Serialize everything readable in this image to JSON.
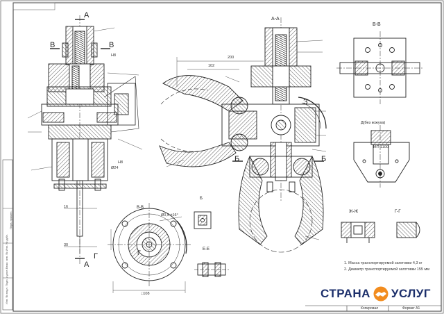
{
  "sections": {
    "a_left": "А",
    "a_left_bottom": "А",
    "v_left": "В",
    "v_right": "В",
    "aa_title": "А-А",
    "vv_title": "В-В",
    "b_title": "Б-Б",
    "b_left": "Б",
    "b_right": "Б",
    "g_label": "Г",
    "g_label2": "Г",
    "z_label": "З",
    "v_view": "Б",
    "ee": "Е-Е",
    "zhzh": "Ж-Ж",
    "gg": "Г-Г",
    "detail": "Д(без кожуха)"
  },
  "dims": {
    "d200": "200",
    "d102": "102",
    "d16": "16",
    "d30": "30",
    "d108": "□108",
    "h8_1": "H8",
    "h8_2": "H8",
    "h9": "Ø24",
    "d60": "Ø0,5 ±16°",
    "mp": "МП 1100"
  },
  "notes": {
    "n1": "1. Масса транспортируемой заготовки 4,3 кг",
    "n2": "2. Диаметр транспортируемой заготовки 155 мм"
  },
  "watermark": {
    "left": "СТРАНА",
    "right": "УСЛУГ"
  },
  "title_block": {
    "t1": "Формат А1",
    "t2": "Копировал"
  },
  "side": {
    "s1": "Инв. № подл.   Подп. и дата   Взам. инв. №   Инв. № дубл.",
    "s2": "Перв. примен."
  }
}
